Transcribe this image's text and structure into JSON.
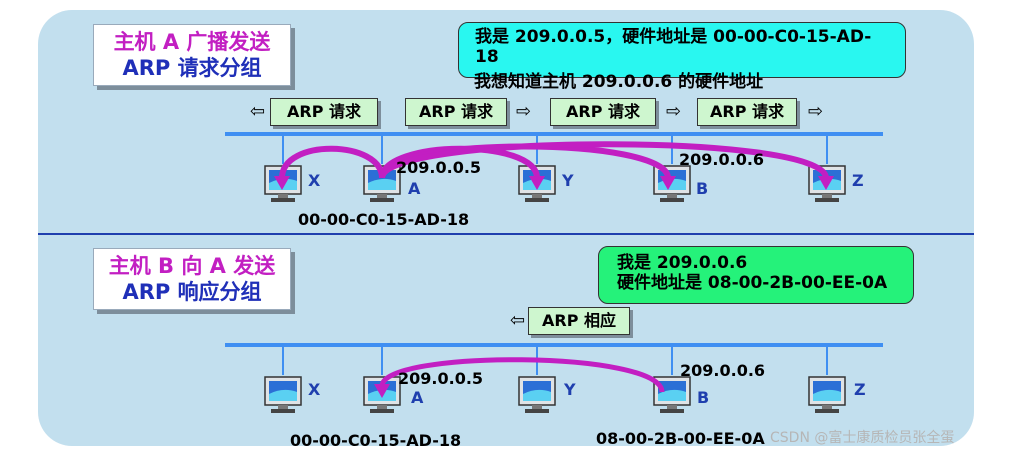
{
  "top": {
    "title_line1": "主机 A 广播发送",
    "title_line2": "ARP 请求分组",
    "bubble_line1": "我是 209.0.0.5，硬件地址是 00-00-C0-15-AD-",
    "bubble_line2": "18",
    "bubble_line3": "我想知道主机 209.0.0.6 的硬件地址",
    "packet_label": "ARP 请求",
    "arrow_left": "⇦",
    "arrow_right": "⇨",
    "hosts": [
      "X",
      "A",
      "Y",
      "B",
      "Z"
    ],
    "ip_a": "209.0.0.5",
    "ip_b": "209.0.0.6",
    "mac_a": "00-00-C0-15-AD-18"
  },
  "bottom": {
    "title_line1": "主机 B 向 A 发送",
    "title_line2": "ARP 响应分组",
    "bubble_line1": "我是 209.0.0.6",
    "bubble_line2": "硬件地址是 08-00-2B-00-EE-0A",
    "packet_label": "ARP 相应",
    "arrow_left": "⇦",
    "hosts": [
      "X",
      "A",
      "Y",
      "B",
      "Z"
    ],
    "ip_a": "209.0.0.5",
    "ip_b": "209.0.0.6",
    "mac_a": "00-00-C0-15-AD-18",
    "mac_b": "08-00-2B-00-EE-0A"
  },
  "watermark": "CSDN @富士康质检员张全蛋",
  "colors": {
    "panel": "#c2dfee",
    "bus": "#3f8ff2",
    "flow_arrow": "#c21fc2",
    "title_line1": "#c21fc2",
    "title_line2": "#1f2fb8",
    "bubble_top": "#29f7f0",
    "bubble_bottom": "#25f27a",
    "packet": "#cef6cf"
  }
}
